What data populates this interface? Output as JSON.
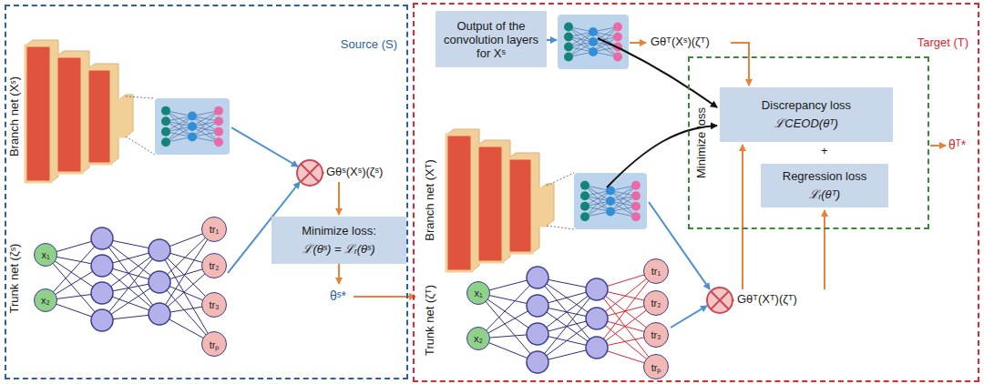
{
  "diagram": {
    "nodes": [
      {
        "text": [
          "Source (S)"
        ]
      },
      {
        "text": [
          "Minimize loss:",
          "ℒ(θˢ) = ℒᵣ(θˢ)"
        ],
        "in": 0
      },
      {
        "text": [
          "Target (T)"
        ]
      },
      {
        "text": [
          "Output of the convolution layers for Xˢ"
        ],
        "in": 2
      },
      {
        "text": [
          "Minimize loss"
        ],
        "in": 2
      },
      {
        "text": [
          "Discrepancy loss",
          "ℒCEOD(θᵀ)"
        ],
        "in": 4
      },
      {
        "text": [
          "Regression loss",
          "ℒᵣ(θᵀ)"
        ],
        "in": 4
      },
      {
        "text": [
          "x₁"
        ],
        "in": 0
      },
      {
        "text": [
          "x₂"
        ],
        "in": 0
      },
      {
        "text": [
          "tr₁"
        ],
        "in": 0
      },
      {
        "text": [
          "tr₂"
        ],
        "in": 0
      },
      {
        "text": [
          "tr₃"
        ],
        "in": 0
      },
      {
        "text": [
          "trₚ"
        ],
        "in": 0
      },
      {
        "text": [
          "x₁"
        ],
        "in": 2
      },
      {
        "text": [
          "x₂"
        ],
        "in": 2
      },
      {
        "text": [
          "tr₁"
        ],
        "in": 2
      },
      {
        "text": [
          "tr₂"
        ],
        "in": 2
      },
      {
        "text": [
          "tr₃"
        ],
        "in": 2
      },
      {
        "text": [
          "trₚ"
        ],
        "in": 2
      }
    ],
    "labels": [
      "Branch net (Xˢ)",
      "Trunk net (ζˢ)",
      "Gθˢ(Xˢ)(ζˢ)",
      "θˢ*",
      "Branch net (Xᵀ)",
      "Trunk net (ζᵀ)",
      "Gθᵀ(Xˢ)(ζᵀ)",
      "Gθᵀ(Xᵀ)(ζᵀ)",
      "+",
      "θᵀ*"
    ]
  }
}
